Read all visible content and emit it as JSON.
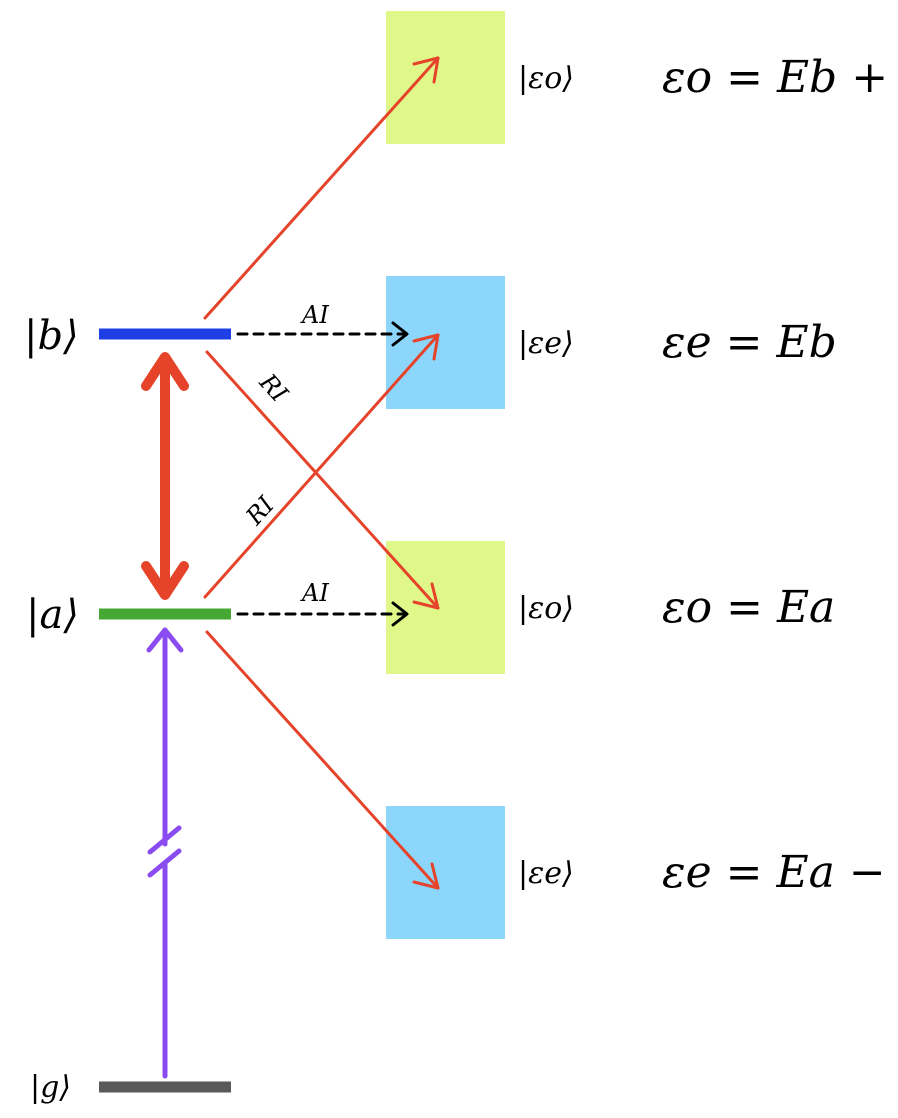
{
  "colors": {
    "level_b": "#1f3fe6",
    "level_a": "#46a832",
    "level_g": "#5a5a5a",
    "box_odd": "#e0f88a",
    "box_even": "#8dd6fb",
    "photon": "#e5432a",
    "excitation": "#8a4cf0",
    "autoionization": "#000000"
  },
  "levels": {
    "b": {
      "label": "|b⟩"
    },
    "a": {
      "label": "|a⟩"
    },
    "g": {
      "label": "|g⟩"
    }
  },
  "continuum": [
    {
      "ket": "|εo⟩",
      "equation": "εo = Eb + ω",
      "parity": "odd"
    },
    {
      "ket": "|εe⟩",
      "equation": "εe = Eb",
      "parity": "even"
    },
    {
      "ket": "|εo⟩",
      "equation": "εo = Ea",
      "parity": "odd"
    },
    {
      "ket": "|εe⟩",
      "equation": "εe = Ea − ω",
      "parity": "even"
    }
  ],
  "transition_labels": {
    "ai_b": "AI",
    "ai_a": "AI",
    "ri_down": "RI",
    "ri_up": "RI"
  },
  "icons": {
    "axis_break": "double-slash-break-icon",
    "arrowhead": "open-chevron-arrowhead-icon"
  }
}
